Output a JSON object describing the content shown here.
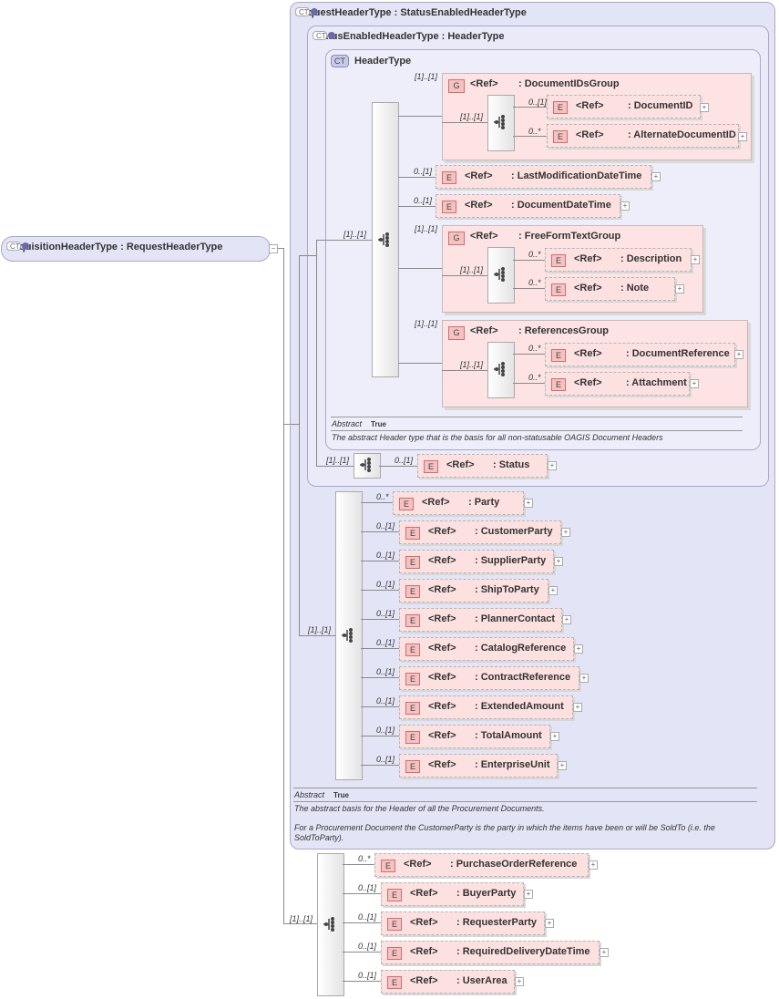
{
  "root": {
    "badge": "CT",
    "title": "RequisitionHeaderType : RequestHeaderType"
  },
  "request_header": {
    "badge": "CT",
    "title": "RequestHeaderType : StatusEnabledHeaderType"
  },
  "status_enabled": {
    "badge": "CT",
    "title": "StatusEnabledHeaderType : HeaderType"
  },
  "header_type": {
    "badge": "CT",
    "title": "HeaderType",
    "abstract_label": "Abstract",
    "abstract_value": "True",
    "doc": "The abstract Header type that is the basis for all non-statusable OAGIS Document Headers"
  },
  "ref": "<Ref>",
  "badges": {
    "element": "E",
    "group": "G"
  },
  "expand": "+",
  "mult": {
    "one": "[1]..[1]",
    "opt": "0..[1]",
    "many": "0..*"
  },
  "groups": {
    "document_ids": ": DocumentIDsGroup",
    "free_form": ": FreeFormTextGroup",
    "references": ": ReferencesGroup"
  },
  "elements": {
    "document_id": ": DocumentID",
    "alternate_document_id": ": AlternateDocumentID",
    "last_mod": ": LastModificationDateTime",
    "doc_datetime": ": DocumentDateTime",
    "description": ": Description",
    "note": ": Note",
    "document_reference": ": DocumentReference",
    "attachment": ": Attachment",
    "status": ": Status",
    "party": ": Party",
    "customer_party": ": CustomerParty",
    "supplier_party": ": SupplierParty",
    "ship_to_party": ": ShipToParty",
    "planner_contact": ": PlannerContact",
    "catalog_reference": ": CatalogReference",
    "contract_reference": ": ContractReference",
    "extended_amount": ": ExtendedAmount",
    "total_amount": ": TotalAmount",
    "enterprise_unit": ": EnterpriseUnit",
    "purchase_order_reference": ": PurchaseOrderReference",
    "buyer_party": ": BuyerParty",
    "requester_party": ": RequesterParty",
    "required_delivery": ": RequiredDeliveryDateTime",
    "user_area": ": UserArea"
  },
  "request_anno": {
    "abstract_label": "Abstract",
    "abstract_value": "True",
    "doc1": "The abstract basis for the Header of all the Procurement Documents.",
    "doc2": "For a Procurement Document the CustomerParty is the party in which the items have been or will be SoldTo (i.e. the SoldToParty)."
  }
}
